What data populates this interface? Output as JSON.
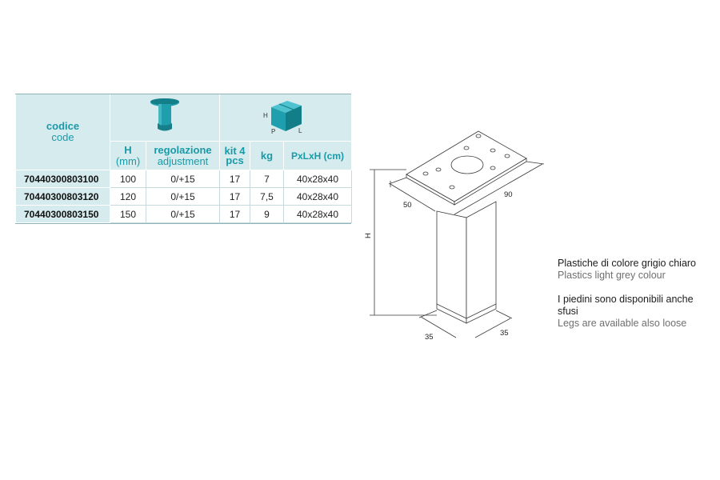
{
  "table": {
    "header": {
      "code_it": "codice",
      "code_en": "code",
      "h_label": "H",
      "h_unit": "(mm)",
      "adj_it": "regolazione",
      "adj_en": "adjustment",
      "kit_label": "kit 4",
      "kit_unit": "pcs",
      "kg_label": "kg",
      "dim_label": "PxLxH (cm)",
      "box_letter_h": "H",
      "box_letter_p": "P",
      "box_letter_l": "L"
    },
    "rows": [
      {
        "code": "70440300803100",
        "h": "100",
        "adj": "0/+15",
        "kit": "17",
        "kg": "7",
        "dim": "40x28x40"
      },
      {
        "code": "70440300803120",
        "h": "120",
        "adj": "0/+15",
        "kit": "17",
        "kg": "7,5",
        "dim": "40x28x40"
      },
      {
        "code": "70440300803150",
        "h": "150",
        "adj": "0/+15",
        "kit": "17",
        "kg": "9",
        "dim": "40x28x40"
      }
    ]
  },
  "drawing": {
    "dim_50": "50",
    "dim_90": "90",
    "dim_h": "H",
    "dim_35_left": "35",
    "dim_35_right": "35"
  },
  "notes": [
    {
      "it": "Plastiche di colore grigio chiaro",
      "en": "Plastics light grey colour"
    },
    {
      "it": "I piedini sono disponibili anche sfusi",
      "en": "Legs are available also loose"
    }
  ],
  "colors": {
    "accent": "#1a9aa7",
    "header_bg": "#d6ebee",
    "box_icon": "#1f9fad"
  }
}
